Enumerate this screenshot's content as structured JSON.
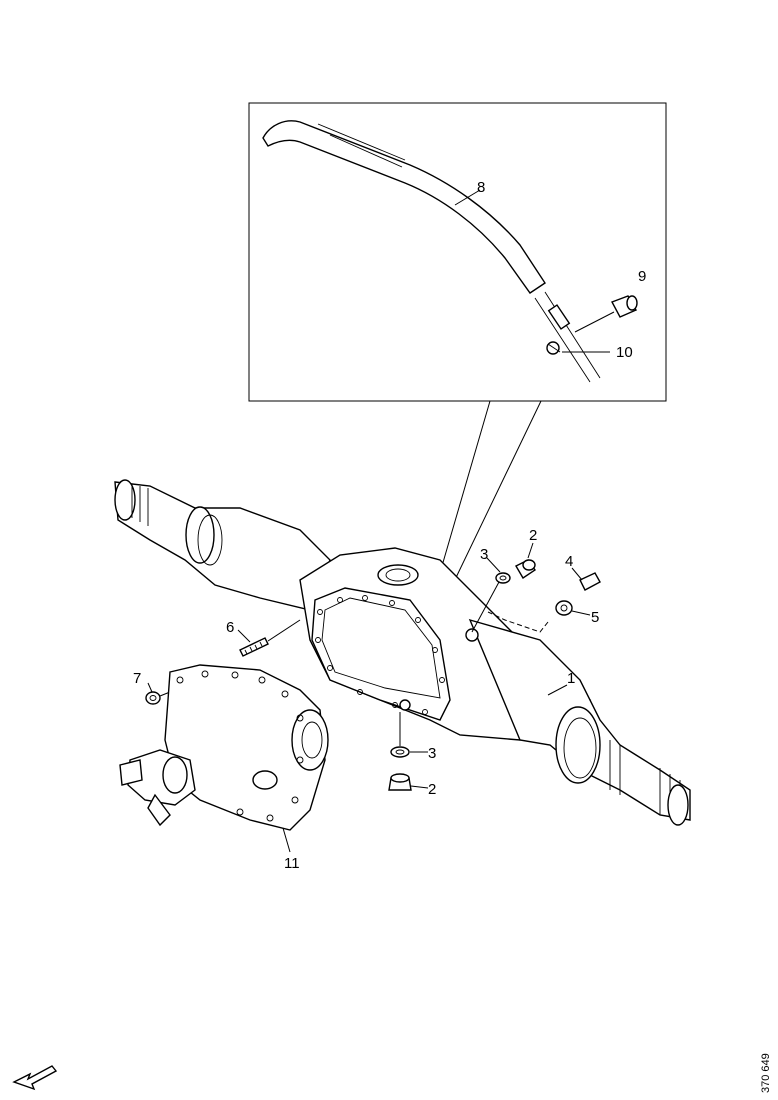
{
  "callouts": {
    "c1": "1",
    "c2a": "2",
    "c2b": "2",
    "c3a": "3",
    "c3b": "3",
    "c4": "4",
    "c5": "5",
    "c6": "6",
    "c7": "7",
    "c8": "8",
    "c9": "9",
    "c10": "10",
    "c11": "11"
  },
  "figure_id": "370 649",
  "icons": {
    "direction_arrow": "direction-arrow-icon"
  }
}
